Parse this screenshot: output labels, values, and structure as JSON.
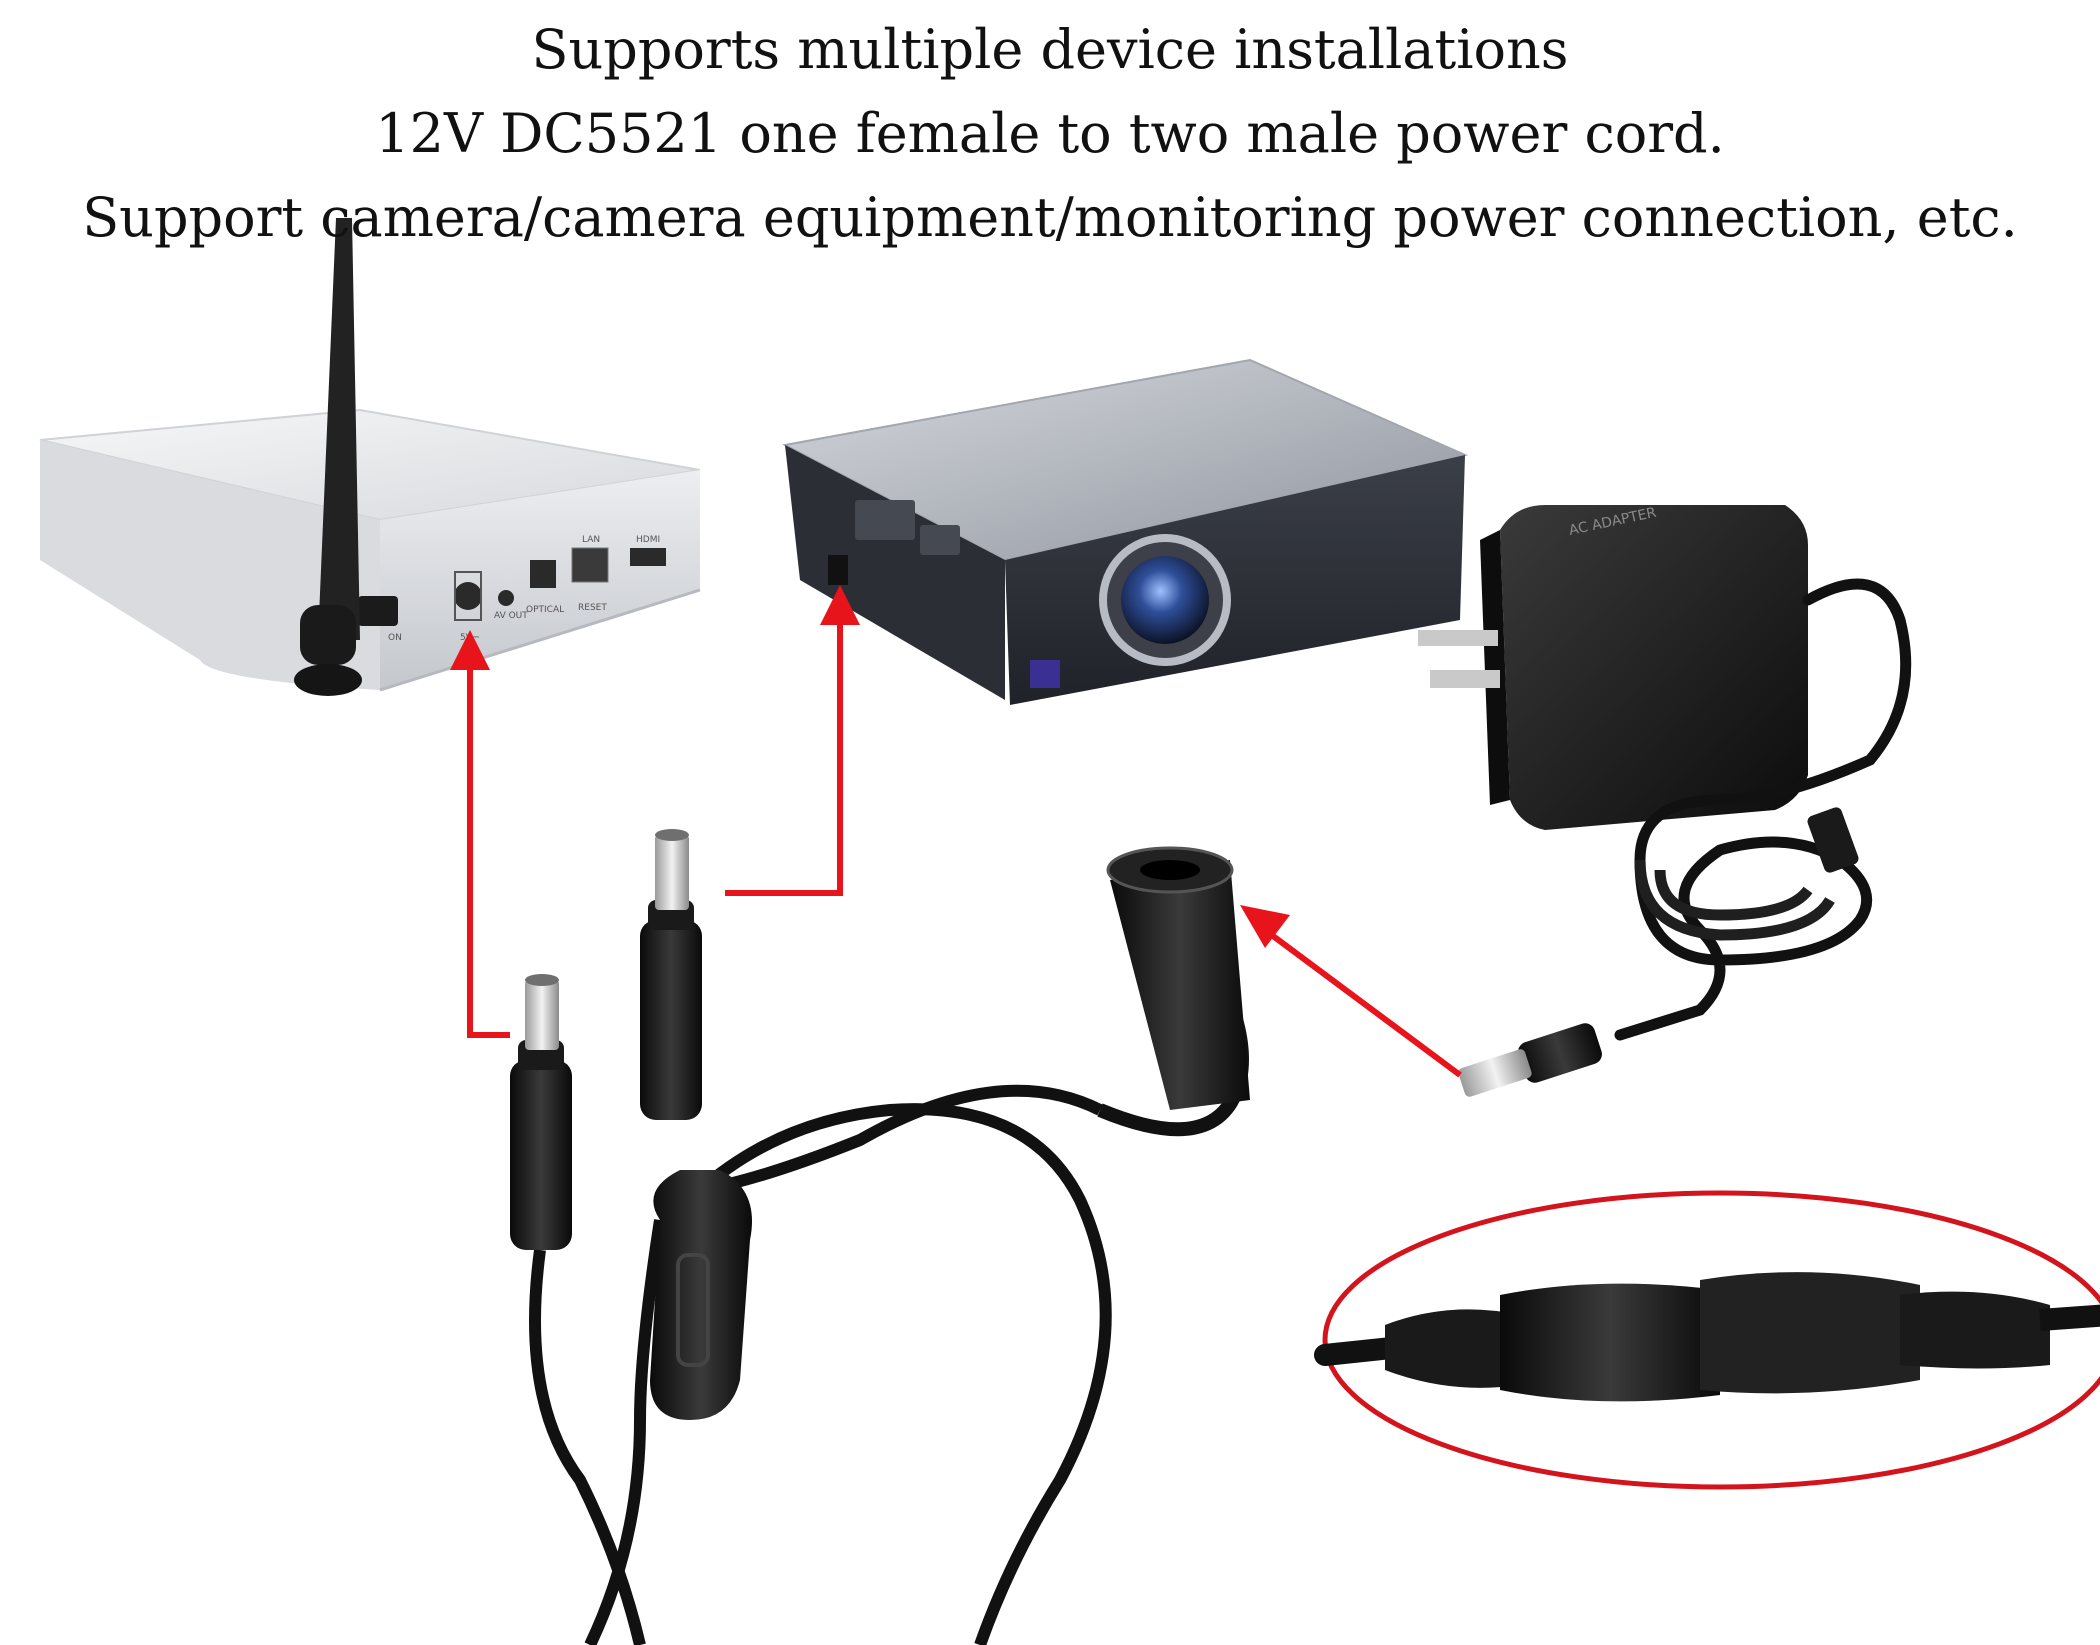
{
  "headline": {
    "line1": "Supports multiple device installations",
    "line2": "12V DC5521 one female to two male power cord.",
    "line3": "Support camera/camera equipment/monitoring power connection, etc."
  },
  "router": {
    "port_labels": [
      "5V⎓",
      "AV OUT",
      "OPTICAL",
      "LAN",
      "RESET",
      "HDMI",
      "ON"
    ]
  },
  "adapter": {
    "label": "AC ADAPTER"
  },
  "colors": {
    "arrow": "#e8141c",
    "cable": "#111111",
    "router_body": "#e6e7ea",
    "projector_top": "#b8bcc4",
    "adapter_body": "#1a1a1a"
  },
  "icons": [
    "antenna-icon",
    "red-arrow-icon",
    "dc-plug-icon",
    "dc-jack-icon",
    "ac-prongs-icon",
    "magnifier-ellipse-icon"
  ]
}
